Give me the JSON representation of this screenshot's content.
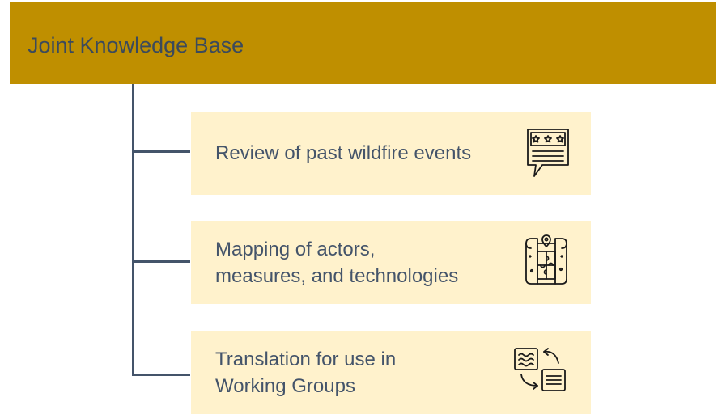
{
  "header": {
    "title": "Joint Knowledge Base"
  },
  "items": [
    {
      "lines": [
        "Review of past wildfire events"
      ],
      "icon": "review-rating-icon"
    },
    {
      "lines": [
        "Mapping of actors,",
        "measures, and technologies"
      ],
      "icon": "puzzle-map-icon"
    },
    {
      "lines": [
        "Translation for use in",
        "Working Groups"
      ],
      "icon": "document-exchange-icon"
    }
  ],
  "colors": {
    "header_bg": "#bf8f00",
    "header_text": "#3b4a5c",
    "card_bg": "#fff2cc",
    "text": "#44546a",
    "line": "#44546a"
  }
}
